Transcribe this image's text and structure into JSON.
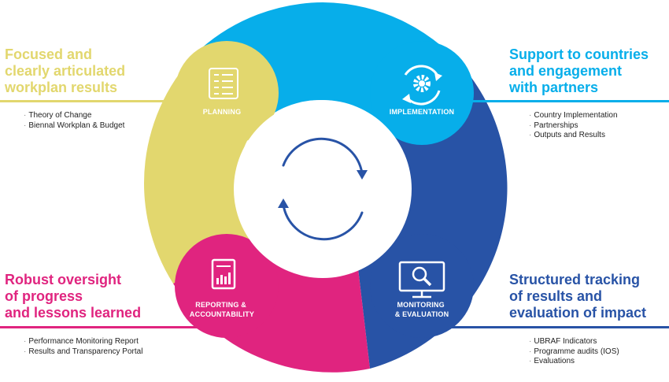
{
  "colors": {
    "planning": "#E2D76E",
    "implementation": "#07AEEA",
    "monitoring": "#2853A6",
    "reporting": "#E0247F",
    "cycle_arrow": "#2853A6"
  },
  "corners": {
    "top_left": {
      "title_lines": [
        "Focused and",
        "clearly articulated",
        "workplan results"
      ],
      "bullets": [
        "Theory of Change",
        "Biennal Workplan & Budget"
      ]
    },
    "top_right": {
      "title_lines": [
        "Support to countries",
        "and engagement",
        "with partners"
      ],
      "bullets": [
        "Country Implementation",
        "Partnerships",
        "Outputs and Results"
      ]
    },
    "bottom_left": {
      "title_lines": [
        "Robust oversight",
        "of progress",
        "and lessons learned"
      ],
      "bullets": [
        "Performance Monitoring Report",
        "Results and Transparency Portal"
      ]
    },
    "bottom_right": {
      "title_lines": [
        "Structured tracking",
        "of results and",
        "evaluation of impact"
      ],
      "bullets": [
        "UBRAF Indicators",
        "Programme audits (IOS)",
        "Evaluations"
      ]
    }
  },
  "stages": {
    "planning": {
      "label_lines": [
        "PLANNING"
      ],
      "icon": "checklist-icon"
    },
    "implementation": {
      "label_lines": [
        "IMPLEMENTATION"
      ],
      "icon": "gear-cycle-icon"
    },
    "reporting": {
      "label_lines": [
        "REPORTING &",
        "ACCOUNTABILITY"
      ],
      "icon": "report-chart-icon"
    },
    "monitoring": {
      "label_lines": [
        "MONITORING",
        "& EVALUATION"
      ],
      "icon": "monitor-search-icon"
    }
  },
  "bullet_marker": "·"
}
